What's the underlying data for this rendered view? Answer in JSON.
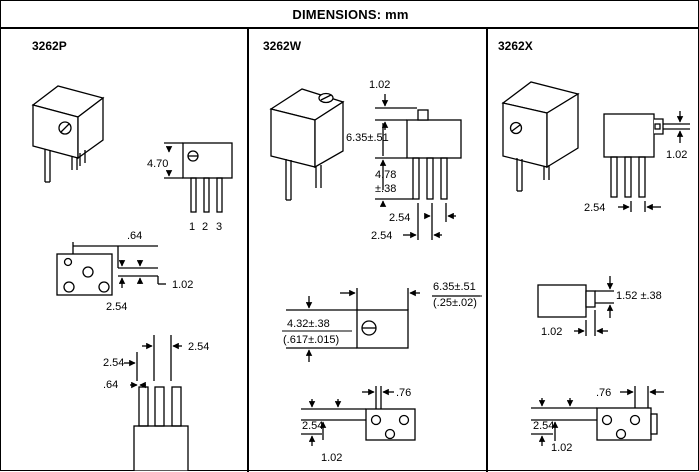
{
  "title": "DIMENSIONS: mm",
  "p": {
    "model": "3262P",
    "d_470": "4.70",
    "pins": [
      "1",
      "2",
      "3"
    ],
    "d_64a": ".64",
    "d_102": "1.02",
    "d_254a": "2.54",
    "d_254b": "2.54",
    "d_254c": "2.54",
    "d_64b": ".64"
  },
  "w": {
    "model": "3262W",
    "d_102": "1.02",
    "d_635": "6.35±.51",
    "d_478": "4.78",
    "d_38": "±.38",
    "d_254a": "2.54",
    "d_254b": "2.54",
    "d_635b": "6.35±.51",
    "d_025": "(.25±.02)",
    "d_432": "4.32±.38",
    "d_617": "(.617±.015)",
    "d_76": ".76",
    "d_254c": "2.54",
    "d_102b": "1.02"
  },
  "x": {
    "model": "3262X",
    "d_102": "1.02",
    "d_254": "2.54",
    "d_152": "1.52  ±.38",
    "d_102b": "1.02",
    "d_76": ".76",
    "d_254b": "2.54",
    "d_102c": "1.02"
  }
}
